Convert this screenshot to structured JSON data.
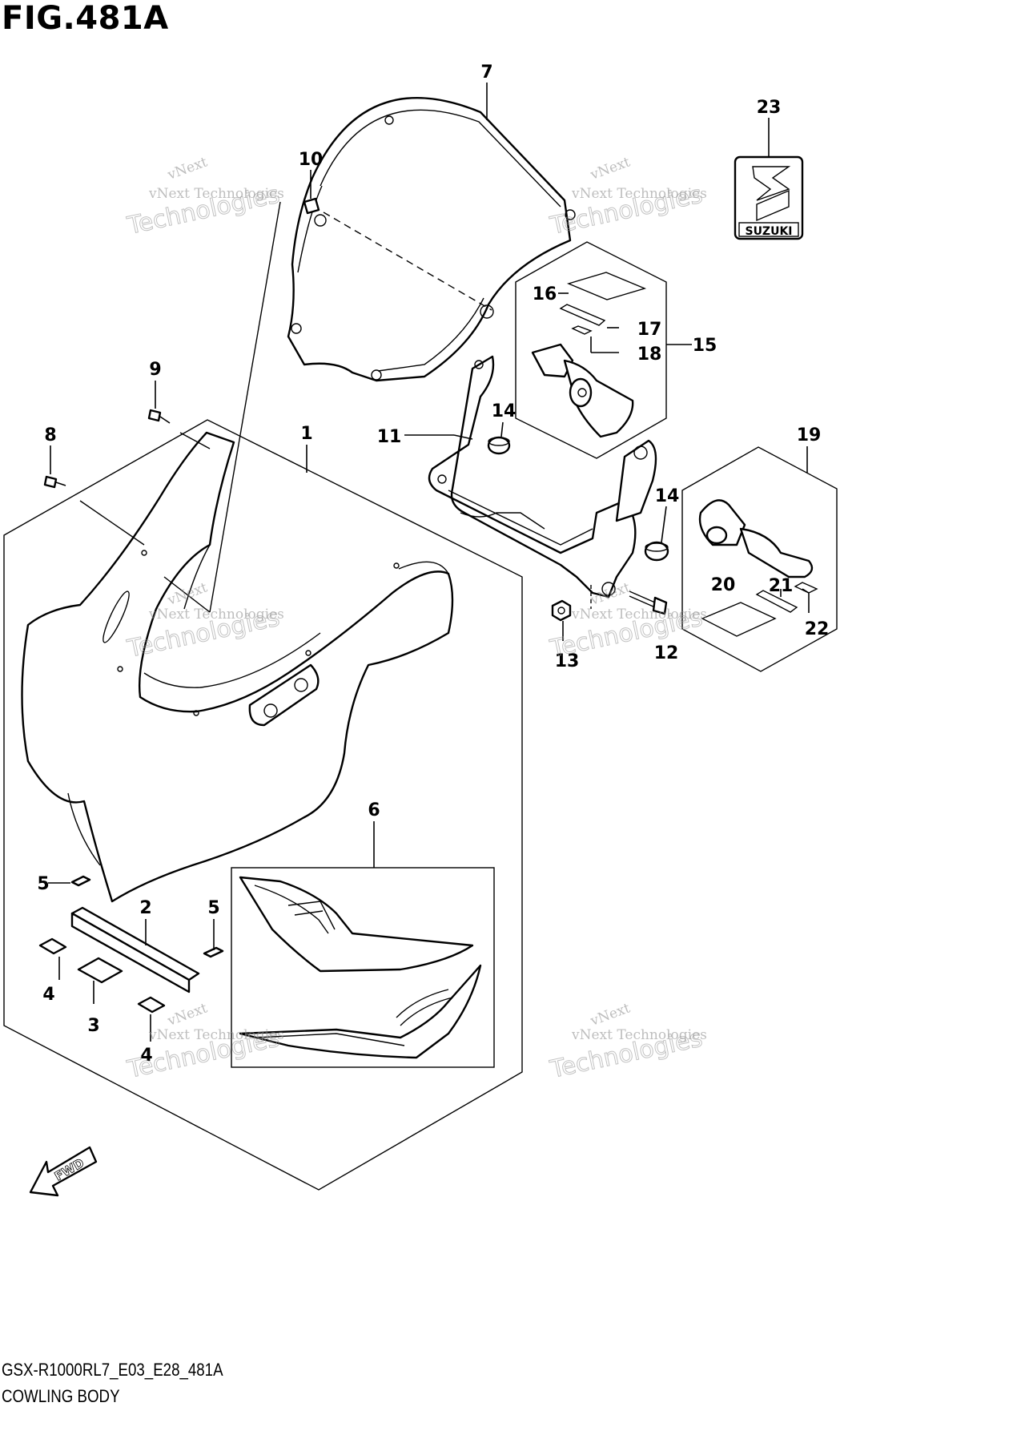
{
  "figure": {
    "title": "FIG.481A",
    "model_code": "GSX-R1000RL7_E03_E28_481A",
    "section_name": "COWLING BODY"
  },
  "badge": {
    "text": "SUZUKI"
  },
  "fwd_arrow": {
    "text": "FWD"
  },
  "watermark": {
    "line1": "vNext Technologies",
    "line2": "Technologies",
    "line3": "vNext"
  },
  "callouts": {
    "c1": "1",
    "c2": "2",
    "c3": "3",
    "c4a": "4",
    "c4b": "4",
    "c5a": "5",
    "c5b": "5",
    "c6": "6",
    "c7": "7",
    "c8": "8",
    "c9": "9",
    "c10": "10",
    "c11": "11",
    "c12": "12",
    "c13": "13",
    "c14a": "14",
    "c14b": "14",
    "c15": "15",
    "c16": "16",
    "c17": "17",
    "c18": "18",
    "c19": "19",
    "c20": "20",
    "c21": "21",
    "c22": "22",
    "c23": "23"
  },
  "colors": {
    "line": "#000000",
    "background": "#ffffff",
    "watermark": "#9a9a9a"
  }
}
